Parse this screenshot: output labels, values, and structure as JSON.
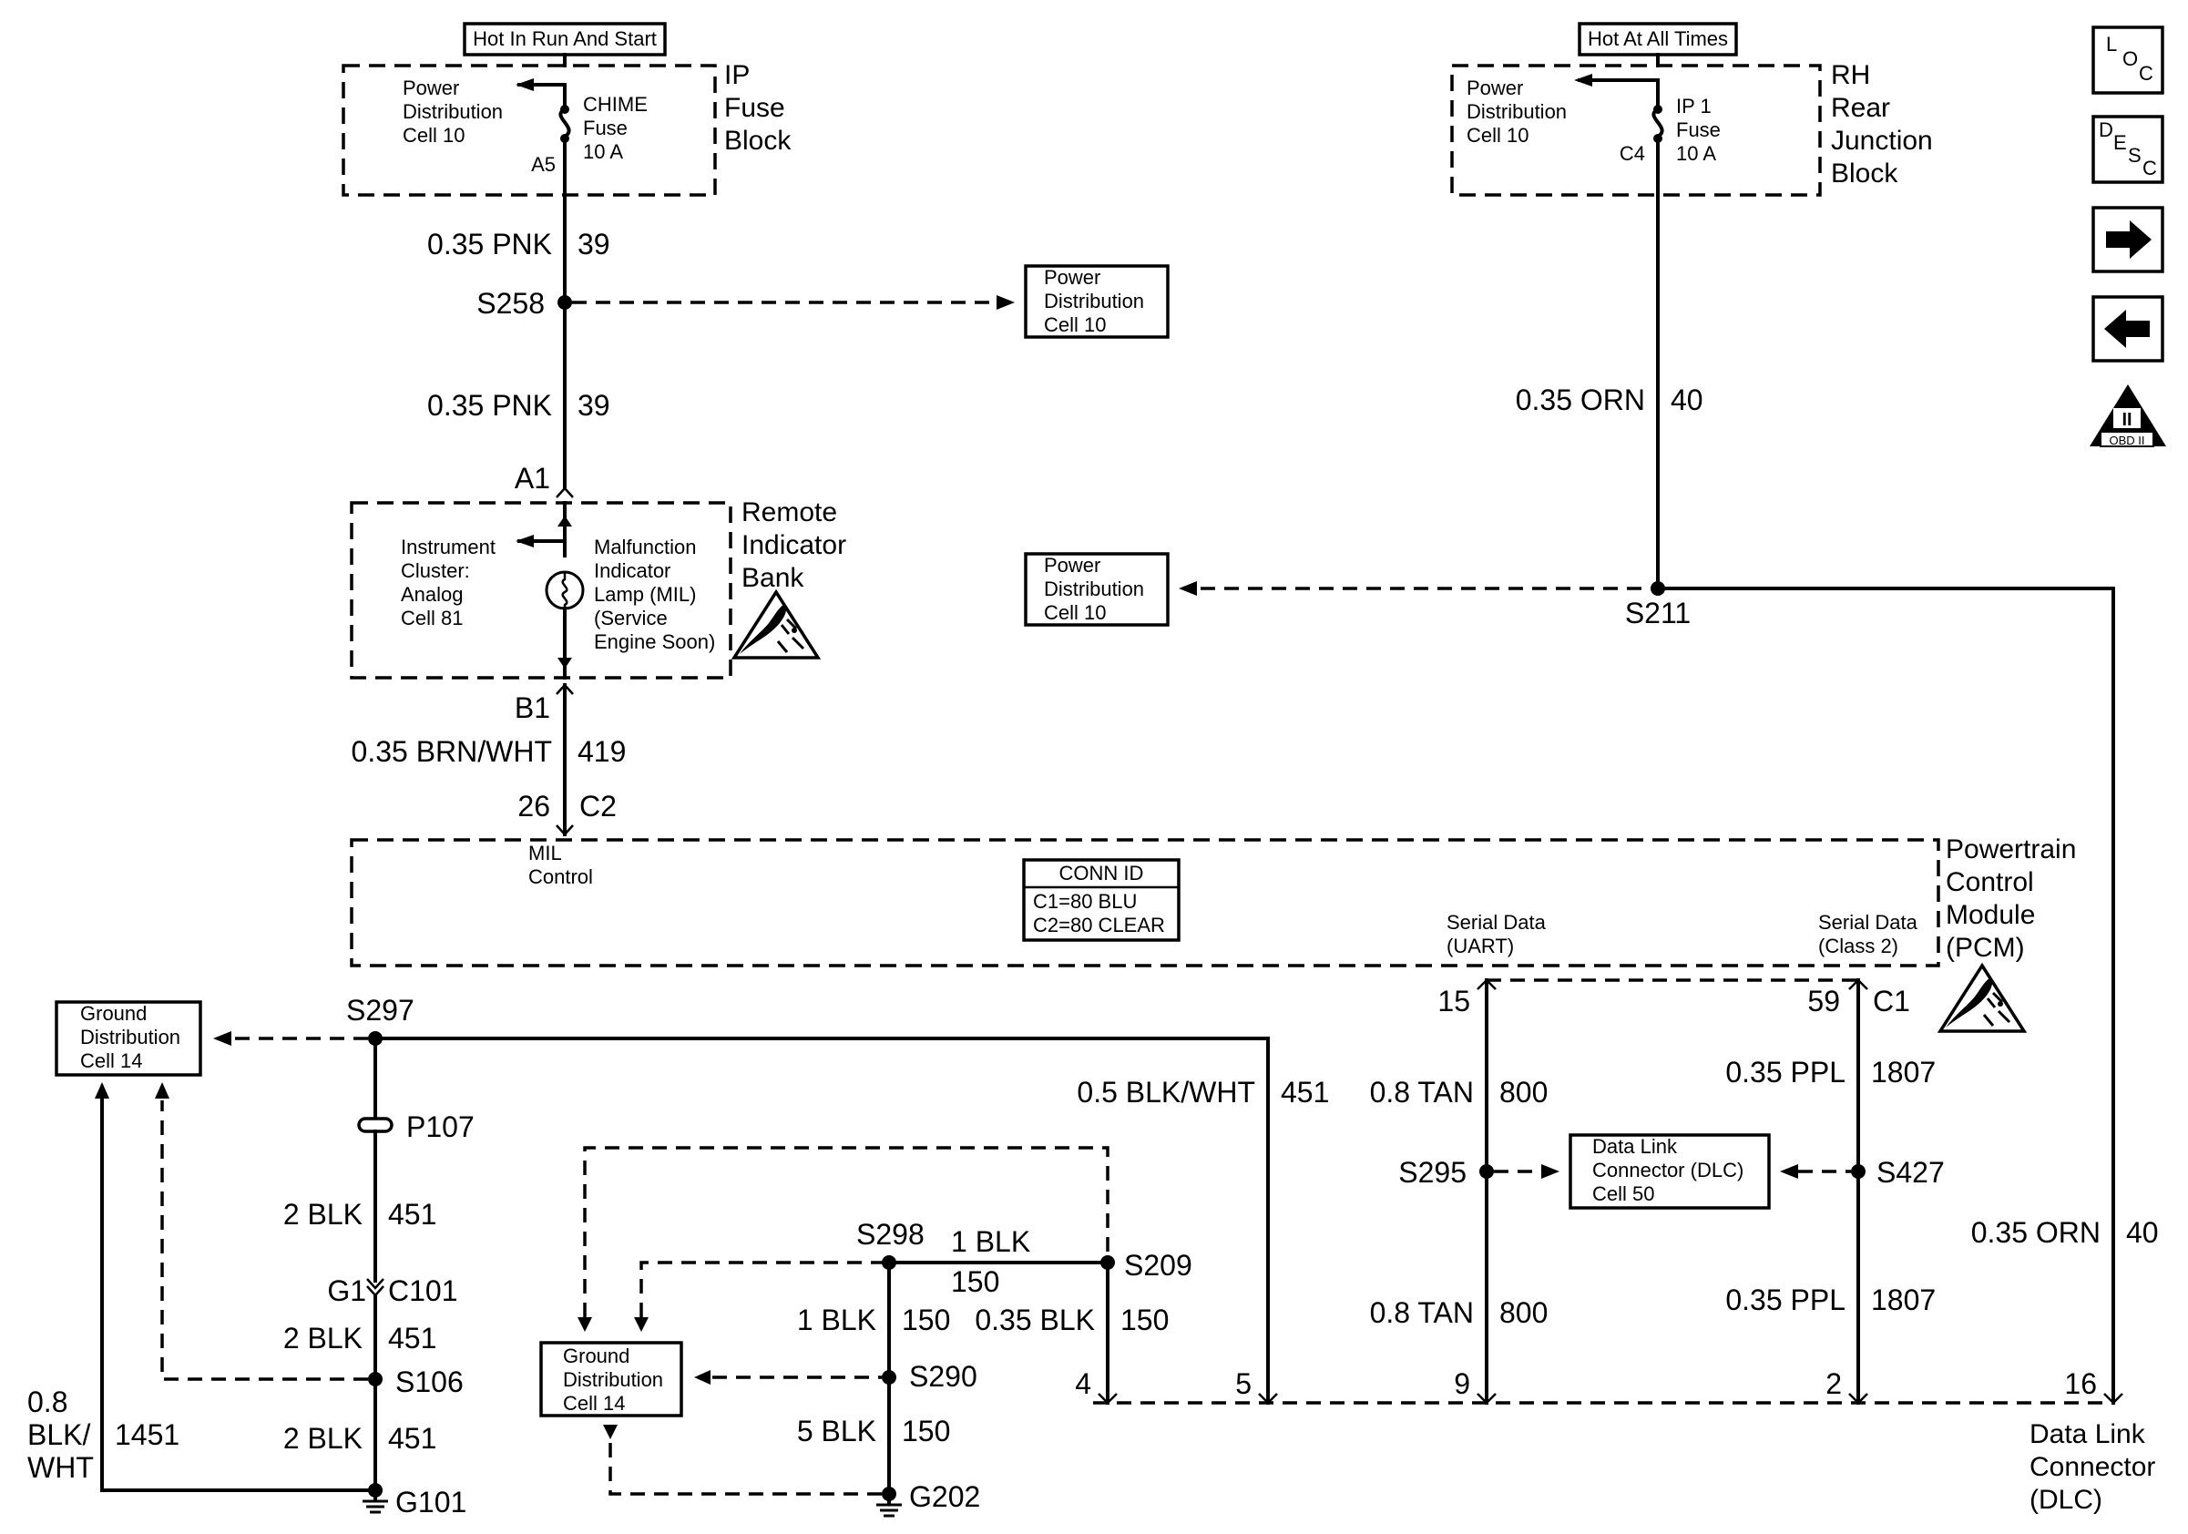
{
  "hot_run_start": "Hot In Run And Start",
  "hot_all_times": "Hot At All Times",
  "ip_fuse_block": {
    "name": [
      "IP",
      "Fuse",
      "Block"
    ],
    "power_label": [
      "Power",
      "Distribution",
      "Cell 10"
    ],
    "fuse": [
      "CHIME",
      "Fuse",
      "10 A"
    ],
    "terminal": "A5"
  },
  "rh_junction": {
    "name": [
      "RH",
      "Rear",
      "Junction",
      "Block"
    ],
    "power_label": [
      "Power",
      "Distribution",
      "Cell 10"
    ],
    "fuse": [
      "IP 1",
      "Fuse",
      "10 A"
    ],
    "terminal": "C4"
  },
  "wires": {
    "pnk_a_gauge": "0.35 PNK",
    "pnk_a_circuit": "39",
    "pnk_b_gauge": "0.35 PNK",
    "pnk_b_circuit": "39",
    "orn_a_gauge": "0.35 ORN",
    "orn_a_circuit": "40",
    "orn_b_gauge": "0.35 ORN",
    "orn_b_circuit": "40",
    "brn_gauge": "0.35 BRN/WHT",
    "brn_circuit": "419",
    "blkwht_gauge": "0.5 BLK/WHT",
    "blkwht_circuit": "451",
    "tan_a_gauge": "0.8 TAN",
    "tan_a_circuit": "800",
    "tan_b_gauge": "0.8 TAN",
    "tan_b_circuit": "800",
    "ppl_a_gauge": "0.35 PPL",
    "ppl_a_circuit": "1807",
    "ppl_b_gauge": "0.35 PPL",
    "ppl_b_circuit": "1807",
    "blk2_a_gauge": "2 BLK",
    "blk2_a_circuit": "451",
    "blk2_b_gauge": "2 BLK",
    "blk2_b_circuit": "451",
    "blk2_c_gauge": "2 BLK",
    "blk2_c_circuit": "451",
    "blk1_top_gauge": "1 BLK",
    "blk1_top_circuit": "150",
    "blk1_s298_gauge": "1 BLK",
    "blk1_s298_circuit": "150",
    "blk035_gauge": "0.35 BLK",
    "blk035_circuit": "150",
    "blk5_gauge": "5 BLK",
    "blk5_circuit": "150",
    "blk08_gauge": [
      "0.8",
      "BLK/",
      "WHT"
    ],
    "blk08_circuit": "1451"
  },
  "splices": {
    "s258": "S258",
    "s211": "S211",
    "s297": "S297",
    "s295": "S295",
    "s427": "S427",
    "s298": "S298",
    "s209": "S209",
    "s290": "S290",
    "s106": "S106"
  },
  "grounds": {
    "g101": "G101",
    "g202": "G202"
  },
  "connectors": {
    "p107": "P107",
    "c101": "C101",
    "g1": "G1",
    "a1": "A1",
    "b1": "B1",
    "pin26": "26",
    "c2": "C2",
    "pin15": "15",
    "pin59": "59",
    "c1": "C1",
    "dlc4": "4",
    "dlc5": "5",
    "dlc9": "9",
    "dlc2": "2",
    "dlc16": "16"
  },
  "remote_bank": {
    "name": [
      "Remote",
      "Indicator",
      "Bank"
    ],
    "cluster": [
      "Instrument",
      "Cluster:",
      "Analog",
      "Cell 81"
    ],
    "lamp": [
      "Malfunction",
      "Indicator",
      "Lamp (MIL)",
      "(Service",
      "Engine Soon)"
    ]
  },
  "pcm": {
    "name": [
      "Powertrain",
      "Control",
      "Module",
      "(PCM)"
    ],
    "mil": [
      "MIL",
      "Control"
    ],
    "conn_title": "CONN ID",
    "conn_rows": [
      "C1=80 BLU",
      "C2=80 CLEAR"
    ],
    "uart": [
      "Serial Data",
      "(UART)"
    ],
    "class2": [
      "Serial Data",
      "(Class 2)"
    ]
  },
  "ref_boxes": {
    "pd_s258": [
      "Power",
      "Distribution",
      "Cell 10"
    ],
    "pd_s211": [
      "Power",
      "Distribution",
      "Cell 10"
    ],
    "gd_left": [
      "Ground",
      "Distribution",
      "Cell 14"
    ],
    "gd_mid": [
      "Ground",
      "Distribution",
      "Cell 14"
    ],
    "dlc": [
      "Data Link",
      "Connector (DLC)",
      "Cell 50"
    ]
  },
  "dlc_name": [
    "Data Link",
    "Connector",
    "(DLC)"
  ],
  "nav": {
    "loc": [
      "L",
      "O",
      "C"
    ],
    "desc": [
      "D",
      "E",
      "S",
      "C"
    ],
    "obd": "OBD II",
    "obd_mark": "II"
  },
  "icons": [
    "esd-warning-icon",
    "right-arrow-icon",
    "left-arrow-icon",
    "obd-ii-icon",
    "ground-icon",
    "fuse-icon",
    "lamp-icon",
    "splice-dot-icon",
    "arrowhead-icon"
  ]
}
